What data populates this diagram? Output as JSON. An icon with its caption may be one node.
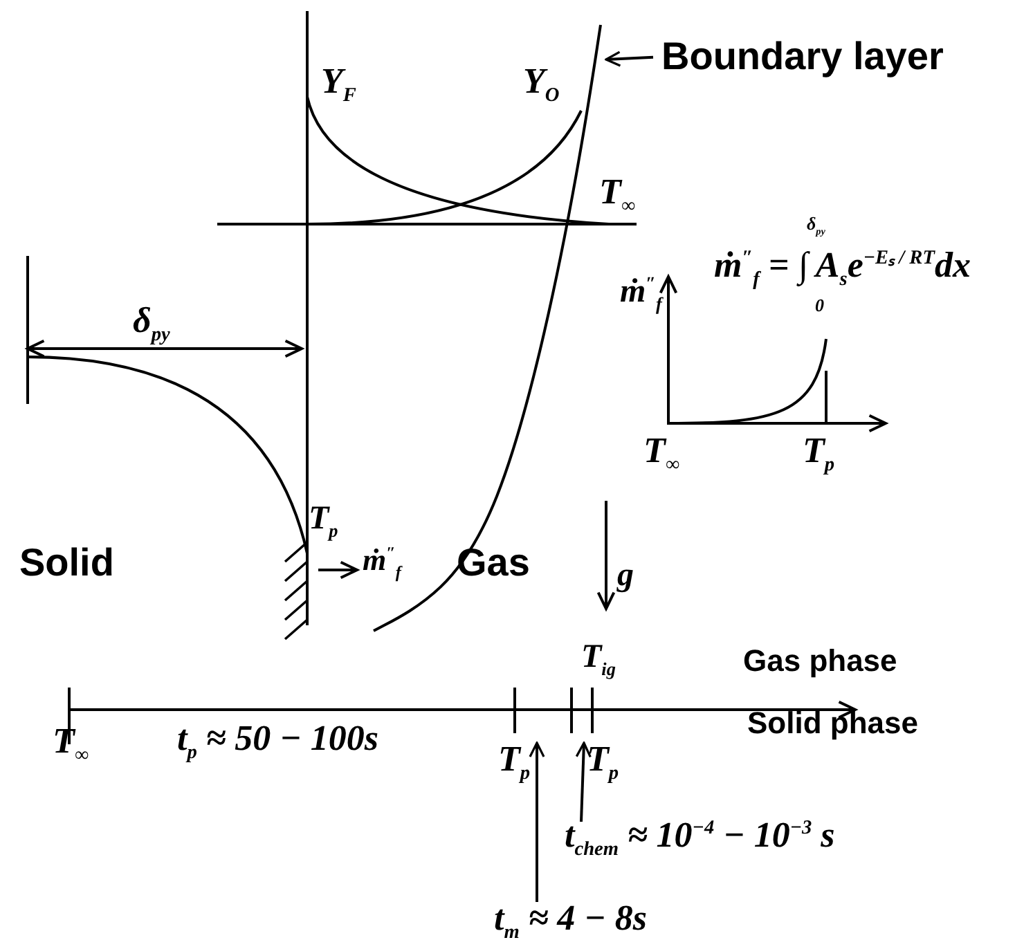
{
  "diagram": {
    "nodes": [
      {
        "text": [
          "Boundary layer"
        ]
      },
      {
        "text": [],
        "shape": "curve"
      },
      {
        "text": [
          "T$_{p}$"
        ]
      },
      {
        "text": [
          "T$_{p}$"
        ]
      },
      {
        "text": [
          "t$_{chem}$ ≈ 10$^{−4}$ − 10$^{−3}$ s"
        ]
      },
      {
        "text": [
          "t$_{m}$ ≈ 4 − 8s"
        ]
      }
    ],
    "edges": [
      {
        "from": 0,
        "to": 1,
        "arrow": "to"
      },
      {
        "from": 4,
        "to": 3,
        "arrow": "to"
      },
      {
        "from": 5,
        "to": 2,
        "arrow": "to"
      }
    ],
    "labels": [
      "Y$_{F}$",
      "Y$_{O}$",
      "T$_{∞}$",
      "δ$_{py}$",
      "ṁ$^{″}$$_{f}$ = ∫ A$_{s}$e$^{−Eₛ / RT}$dx",
      "0",
      "ṁ$^{″}$$_{f}$",
      "δ$_{py}$",
      "T$_{∞}$",
      "T$_{p}$",
      "T$_{p}$",
      "Solid",
      "ṁ$^{″}$$_{f}$",
      "Gas",
      "g",
      "T$_{ig}$",
      "Gas phase",
      "t$_{p}$ ≈ 50 − 100s",
      "Solid phase",
      "T$_{∞}$"
    ]
  }
}
